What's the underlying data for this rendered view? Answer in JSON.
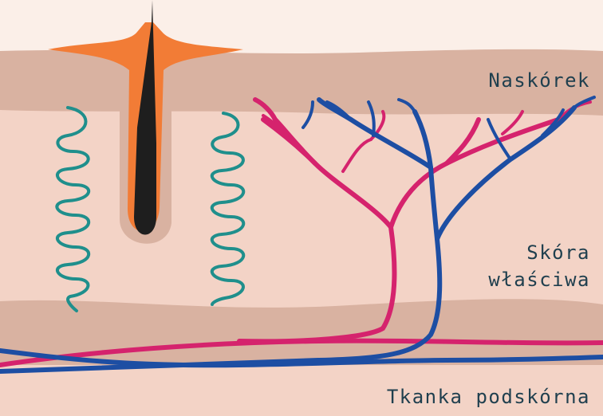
{
  "labels": {
    "epidermis": "Naskórek",
    "dermis_line1": "Skóra",
    "dermis_line2": "właściwa",
    "subcutis": "Tkanka podskórna"
  },
  "colors": {
    "background": "#fbefe8",
    "epidermis": "#d9b2a1",
    "dermis": "#f3d3c6",
    "subcutis_band": "#d9b2a1",
    "subcutis": "#f3d3c6",
    "hair_follicle_sheath": "#d9b2a1",
    "sebum": "#f27c36",
    "hair": "#1e1e1e",
    "sweat_gland": "#1f8f8c",
    "artery": "#d5236d",
    "vein": "#1d4ea3",
    "label_text": "#1f3f4e"
  },
  "icons": {
    "hair": "hair-shaft-icon",
    "gland": "coiled-gland-icon",
    "vessels": "blood-vessel-tree-icon"
  }
}
